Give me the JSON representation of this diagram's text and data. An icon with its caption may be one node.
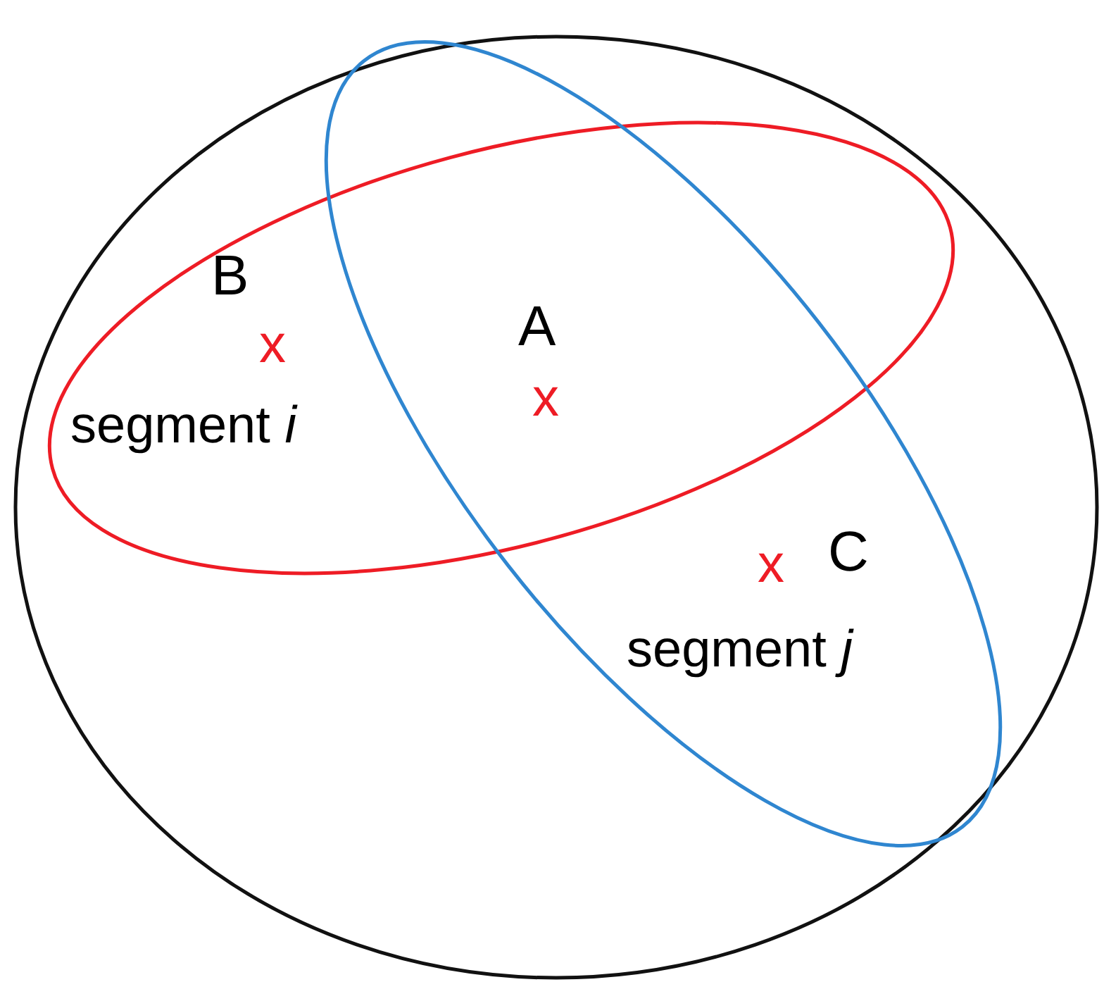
{
  "diagram": {
    "nodes": [
      {
        "text": [],
        "shape": "circle"
      },
      {
        "text": [
          "segment *i*"
        ],
        "in": 0
      },
      {
        "text": [
          "segment *j*"
        ],
        "in": 0
      }
    ],
    "labels": [
      "B",
      "A",
      "x",
      "x",
      "x",
      "C"
    ]
  }
}
